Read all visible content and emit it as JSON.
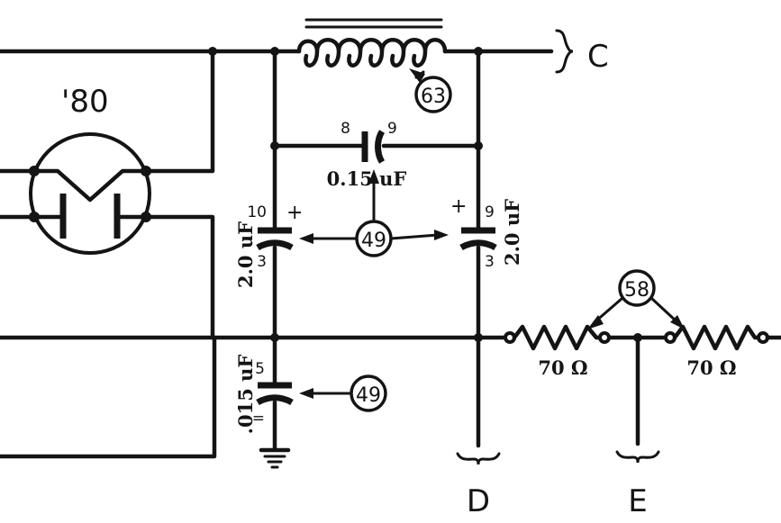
{
  "tube": {
    "label": "'80"
  },
  "terminals": {
    "c": "C",
    "d": "D",
    "e": "E"
  },
  "choke": {
    "ref": "63"
  },
  "coupling_cap": {
    "pin_left": "8",
    "pin_right": "9",
    "value": "0.15 uF"
  },
  "filter_cap_left": {
    "pin_top": "10",
    "pin_bottom": "3",
    "polarity": "+",
    "value": "2.0 uF"
  },
  "filter_cap_right": {
    "pin_top": "9",
    "pin_bottom": "3",
    "polarity": "+",
    "value": "2.0 uF"
  },
  "filter_cap_ref": "49",
  "bypass_cap": {
    "pin_top": "5",
    "pin_bottom": "=",
    "value": ".015 uF",
    "ref": "49"
  },
  "resistor_ref": "58",
  "resistor_left": {
    "value": "70 Ω"
  },
  "resistor_right": {
    "value": "70 Ω"
  }
}
